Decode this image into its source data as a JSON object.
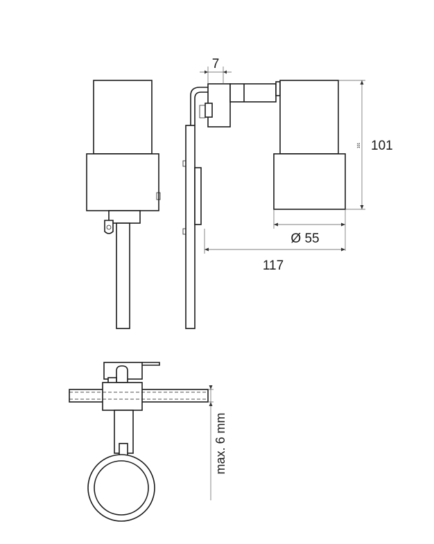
{
  "dimensions": {
    "width_top": "7",
    "height": "101",
    "height_small": "101",
    "diameter": "Ø 55",
    "depth": "117",
    "max_thickness": "max. 6 mm"
  }
}
